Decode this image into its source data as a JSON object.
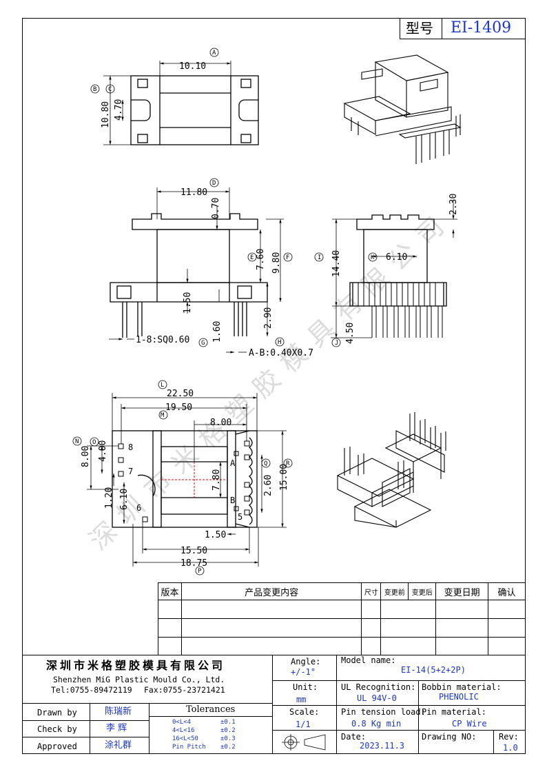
{
  "header": {
    "type_label": "型号",
    "model": "EI-1409"
  },
  "dims": {
    "top": {
      "a_width": "10.10",
      "b_height": "10.80",
      "c_height": "4.70"
    },
    "front": {
      "d_width": "11.80",
      "flange": "0.70",
      "e_height": "7.60",
      "f_height": "9.80",
      "base": "1.50",
      "g_pin": "1.60",
      "h": "2.90",
      "pin_spec": "1-8:SQ0.60",
      "ab_spec": "A-B:0.40X0.7"
    },
    "side": {
      "i_height": "14.40",
      "top_gap": "2.30",
      "k_width": "6.10",
      "j_pin": "4.50"
    },
    "bottom": {
      "l_width": "22.50",
      "m_width": "19.50",
      "inner": "8.00",
      "n_height": "8.00",
      "o_height": "4.00",
      "p1": "1.20",
      "p2": "6.10",
      "win": "7.80",
      "q_height": "2.60",
      "r_height": "15.00",
      "slot": "1.50",
      "w1": "15.50",
      "w2": "18.75"
    }
  },
  "circles": {
    "A": "A",
    "B": "B",
    "C": "C",
    "D": "D",
    "E": "E",
    "F": "F",
    "G": "G",
    "H": "H",
    "I": "I",
    "J": "J",
    "K": "K",
    "L": "L",
    "M": "M",
    "N": "N",
    "O": "O",
    "P": "P",
    "Q": "Q",
    "R": "R"
  },
  "pin_labels": {
    "p8": "8",
    "p7": "7",
    "p6": "6",
    "p5": "5",
    "a": "A",
    "b": "B"
  },
  "watermark": "深圳市米格塑胶模具有限公司",
  "revision_table": {
    "headers": [
      "版本",
      "产品变更内容",
      "尺寸",
      "变更前",
      "变更后",
      "变更日期",
      "确认"
    ]
  },
  "company": {
    "name_cn": "深圳市米格塑胶模具有限公司",
    "name_en": "Shenzhen MiG Plastic Mould Co., Ltd.",
    "tel": "Tel:0755-89472119",
    "fax": "Fax:0755-23721421"
  },
  "specs": {
    "angle_label": "Angle:",
    "angle_value": "+/-1°",
    "unit_label": "Unit:",
    "unit_value": "mm",
    "scale_label": "Scale:",
    "scale_value": "1/1",
    "model_label": "Model name:",
    "model_value": "EI-14(5+2+2P)",
    "ul_label": "UL Recognition:",
    "ul_value": "UL 94V-0",
    "bobbin_label": "Bobbin material:",
    "bobbin_value": "PHENOLIC",
    "tension_label": "Pin tension load:",
    "tension_value": "0.8 Kg min",
    "pin_label": "Pin material:",
    "pin_value": "CP Wire",
    "date_label": "Date:",
    "date_value": "2023.11.3",
    "drawing_label": "Drawing NO:",
    "rev_label": "Rev:",
    "rev_value": "1.0"
  },
  "people": {
    "drawn_label": "Drawn by",
    "drawn_name": "陈瑞新",
    "check_label": "Check by",
    "check_name": "李 辉",
    "approved_label": "Approved",
    "approved_name": "涂礼群"
  },
  "tolerances": {
    "title": "Tolerances",
    "rows": [
      {
        "range": "0<L<4",
        "tol": "±0.1"
      },
      {
        "range": "4<L<16",
        "tol": "±0.2"
      },
      {
        "range": "16<L<50",
        "tol": "±0.3"
      },
      {
        "range": "Pin Pitch",
        "tol": "±0.2"
      }
    ]
  }
}
